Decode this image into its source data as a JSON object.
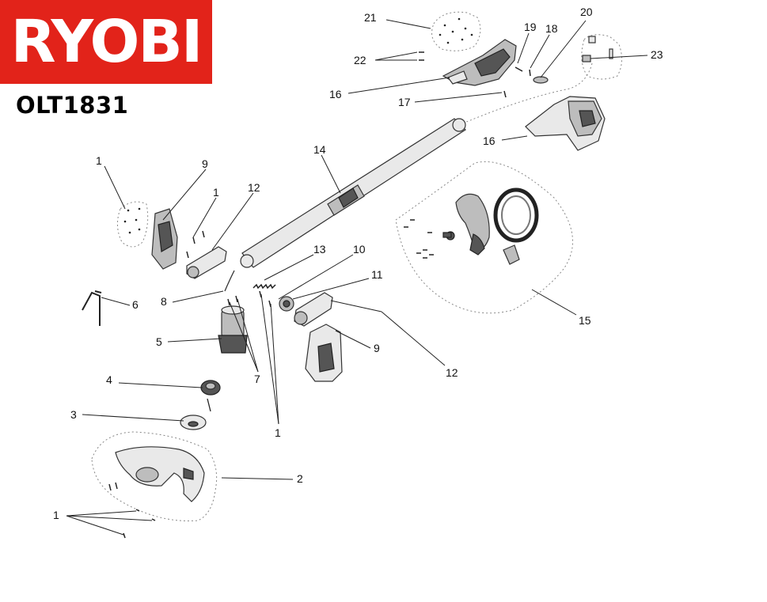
{
  "brand": {
    "logo_text": "RYOBI",
    "color": "#e2231a"
  },
  "model": "OLT1831",
  "callouts": [
    {
      "id": "c21",
      "label": "21"
    },
    {
      "id": "c20",
      "label": "20"
    },
    {
      "id": "c19",
      "label": "19"
    },
    {
      "id": "c18",
      "label": "18"
    },
    {
      "id": "c23",
      "label": "23"
    },
    {
      "id": "c22",
      "label": "22"
    },
    {
      "id": "c16a",
      "label": "16"
    },
    {
      "id": "c17",
      "label": "17"
    },
    {
      "id": "c16b",
      "label": "16"
    },
    {
      "id": "c14",
      "label": "14"
    },
    {
      "id": "c1a",
      "label": "1"
    },
    {
      "id": "c9a",
      "label": "9"
    },
    {
      "id": "c1b",
      "label": "1"
    },
    {
      "id": "c12a",
      "label": "12"
    },
    {
      "id": "c13",
      "label": "13"
    },
    {
      "id": "c10",
      "label": "10"
    },
    {
      "id": "c11",
      "label": "11"
    },
    {
      "id": "c15",
      "label": "15"
    },
    {
      "id": "c6",
      "label": "6"
    },
    {
      "id": "c8",
      "label": "8"
    },
    {
      "id": "c5",
      "label": "5"
    },
    {
      "id": "c7",
      "label": "7"
    },
    {
      "id": "c9b",
      "label": "9"
    },
    {
      "id": "c12b",
      "label": "12"
    },
    {
      "id": "c4",
      "label": "4"
    },
    {
      "id": "c3",
      "label": "3"
    },
    {
      "id": "c1c",
      "label": "1"
    },
    {
      "id": "c2",
      "label": "2"
    },
    {
      "id": "c1d",
      "label": "1"
    }
  ]
}
